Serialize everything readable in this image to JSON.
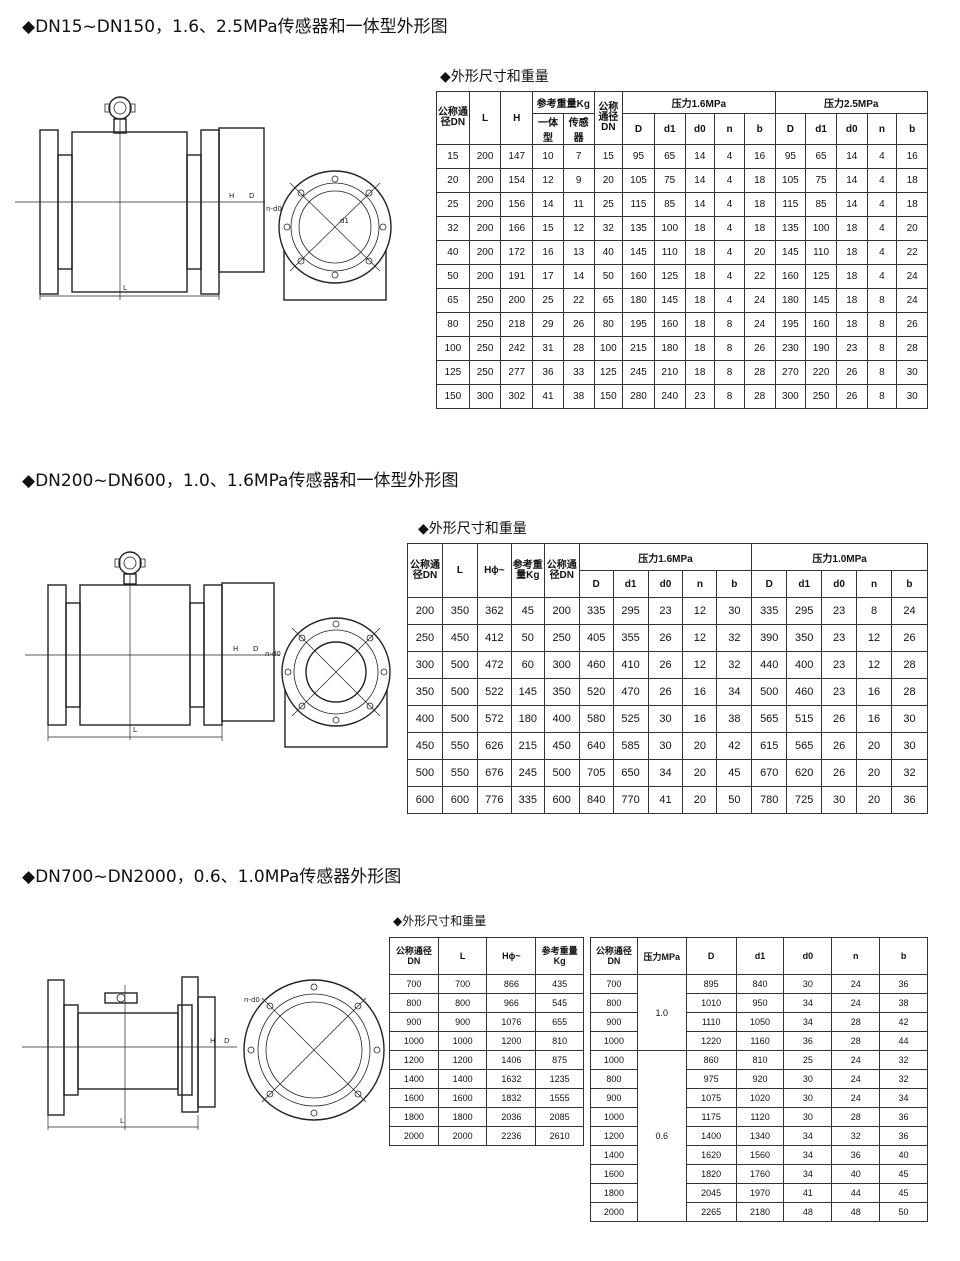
{
  "sections": [
    {
      "title": "◆DN15~DN150，1.6、2.5MPa传感器和一体型外形图",
      "table_title": "◆外形尺寸和重量"
    },
    {
      "title": "◆DN200~DN600，1.0、1.6MPa传感器和一体型外形图",
      "table_title": "◆外形尺寸和重量"
    },
    {
      "title": "◆DN700~DN2000，0.6、1.0MPa传感器外形图",
      "table_title": "◆外形尺寸和重量"
    }
  ],
  "diagram_labels": {
    "L": "L",
    "H": "H",
    "D": "D",
    "n_d0": "n-d0",
    "d1": "d1"
  },
  "table1": {
    "h_dn": "公称通径DN",
    "h_L": "L",
    "h_H": "H",
    "h_weight": "参考重量Kg",
    "h_w_int": "一体型",
    "h_w_sen": "传感器",
    "h_dn2": "公称通径DN",
    "h_p1": "压力1.6MPa",
    "h_p2": "压力2.5MPa",
    "sub": [
      "D",
      "d1",
      "d0",
      "n",
      "b",
      "D",
      "d1",
      "d0",
      "n",
      "b"
    ],
    "rows": [
      [
        "15",
        "200",
        "147",
        "10",
        "7",
        "15",
        "95",
        "65",
        "14",
        "4",
        "16",
        "95",
        "65",
        "14",
        "4",
        "16"
      ],
      [
        "20",
        "200",
        "154",
        "12",
        "9",
        "20",
        "105",
        "75",
        "14",
        "4",
        "18",
        "105",
        "75",
        "14",
        "4",
        "18"
      ],
      [
        "25",
        "200",
        "156",
        "14",
        "11",
        "25",
        "115",
        "85",
        "14",
        "4",
        "18",
        "115",
        "85",
        "14",
        "4",
        "18"
      ],
      [
        "32",
        "200",
        "166",
        "15",
        "12",
        "32",
        "135",
        "100",
        "18",
        "4",
        "18",
        "135",
        "100",
        "18",
        "4",
        "20"
      ],
      [
        "40",
        "200",
        "172",
        "16",
        "13",
        "40",
        "145",
        "110",
        "18",
        "4",
        "20",
        "145",
        "110",
        "18",
        "4",
        "22"
      ],
      [
        "50",
        "200",
        "191",
        "17",
        "14",
        "50",
        "160",
        "125",
        "18",
        "4",
        "22",
        "160",
        "125",
        "18",
        "4",
        "24"
      ],
      [
        "65",
        "250",
        "200",
        "25",
        "22",
        "65",
        "180",
        "145",
        "18",
        "4",
        "24",
        "180",
        "145",
        "18",
        "8",
        "24"
      ],
      [
        "80",
        "250",
        "218",
        "29",
        "26",
        "80",
        "195",
        "160",
        "18",
        "8",
        "24",
        "195",
        "160",
        "18",
        "8",
        "26"
      ],
      [
        "100",
        "250",
        "242",
        "31",
        "28",
        "100",
        "215",
        "180",
        "18",
        "8",
        "26",
        "230",
        "190",
        "23",
        "8",
        "28"
      ],
      [
        "125",
        "250",
        "277",
        "36",
        "33",
        "125",
        "245",
        "210",
        "18",
        "8",
        "28",
        "270",
        "220",
        "26",
        "8",
        "30"
      ],
      [
        "150",
        "300",
        "302",
        "41",
        "38",
        "150",
        "280",
        "240",
        "23",
        "8",
        "28",
        "300",
        "250",
        "26",
        "8",
        "30"
      ]
    ]
  },
  "table2": {
    "h_dn": "公称通径DN",
    "h_L": "L",
    "h_H": "Hϕ~",
    "h_weight": "参考重量Kg",
    "h_dn2": "公称通径DN",
    "h_p1": "压力1.6MPa",
    "h_p2": "压力1.0MPa",
    "sub": [
      "D",
      "d1",
      "d0",
      "n",
      "b",
      "D",
      "d1",
      "d0",
      "n",
      "b"
    ],
    "rows": [
      [
        "200",
        "350",
        "362",
        "45",
        "200",
        "335",
        "295",
        "23",
        "12",
        "30",
        "335",
        "295",
        "23",
        "8",
        "24"
      ],
      [
        "250",
        "450",
        "412",
        "50",
        "250",
        "405",
        "355",
        "26",
        "12",
        "32",
        "390",
        "350",
        "23",
        "12",
        "26"
      ],
      [
        "300",
        "500",
        "472",
        "60",
        "300",
        "460",
        "410",
        "26",
        "12",
        "32",
        "440",
        "400",
        "23",
        "12",
        "28"
      ],
      [
        "350",
        "500",
        "522",
        "145",
        "350",
        "520",
        "470",
        "26",
        "16",
        "34",
        "500",
        "460",
        "23",
        "16",
        "28"
      ],
      [
        "400",
        "500",
        "572",
        "180",
        "400",
        "580",
        "525",
        "30",
        "16",
        "38",
        "565",
        "515",
        "26",
        "16",
        "30"
      ],
      [
        "450",
        "550",
        "626",
        "215",
        "450",
        "640",
        "585",
        "30",
        "20",
        "42",
        "615",
        "565",
        "26",
        "20",
        "30"
      ],
      [
        "500",
        "550",
        "676",
        "245",
        "500",
        "705",
        "650",
        "34",
        "20",
        "45",
        "670",
        "620",
        "26",
        "20",
        "32"
      ],
      [
        "600",
        "600",
        "776",
        "335",
        "600",
        "840",
        "770",
        "41",
        "20",
        "50",
        "780",
        "725",
        "30",
        "20",
        "36"
      ]
    ]
  },
  "table3": {
    "h_dn": "公称通径DN",
    "h_L": "L",
    "h_H": "Hϕ~",
    "h_weight": "参考重量Kg",
    "rows": [
      [
        "700",
        "700",
        "866",
        "435"
      ],
      [
        "800",
        "800",
        "966",
        "545"
      ],
      [
        "900",
        "900",
        "1076",
        "655"
      ],
      [
        "1000",
        "1000",
        "1200",
        "810"
      ],
      [
        "1200",
        "1200",
        "1406",
        "875"
      ],
      [
        "1400",
        "1400",
        "1632",
        "1235"
      ],
      [
        "1600",
        "1600",
        "1832",
        "1555"
      ],
      [
        "1800",
        "1800",
        "2036",
        "2085"
      ],
      [
        "2000",
        "2000",
        "2236",
        "2610"
      ]
    ]
  },
  "table4": {
    "h_dn": "公称通径DN",
    "h_p": "压力MPa",
    "h_D": "D",
    "h_d1": "d1",
    "h_d0": "d0",
    "h_n": "n",
    "h_b": "b",
    "p_group1": "1.0",
    "p_group2": "0.6",
    "rows": [
      [
        "700",
        "895",
        "840",
        "30",
        "24",
        "36"
      ],
      [
        "800",
        "1010",
        "950",
        "34",
        "24",
        "38"
      ],
      [
        "900",
        "1110",
        "1050",
        "34",
        "28",
        "42"
      ],
      [
        "1000",
        "1220",
        "1160",
        "36",
        "28",
        "44"
      ],
      [
        "1000",
        "860",
        "810",
        "25",
        "24",
        "32"
      ],
      [
        "800",
        "975",
        "920",
        "30",
        "24",
        "32"
      ],
      [
        "900",
        "1075",
        "1020",
        "30",
        "24",
        "34"
      ],
      [
        "1000",
        "1175",
        "1120",
        "30",
        "28",
        "36"
      ],
      [
        "1200",
        "1400",
        "1340",
        "34",
        "32",
        "36"
      ],
      [
        "1400",
        "1620",
        "1560",
        "34",
        "36",
        "40"
      ],
      [
        "1600",
        "1820",
        "1760",
        "34",
        "40",
        "45"
      ],
      [
        "1800",
        "2045",
        "1970",
        "41",
        "44",
        "45"
      ],
      [
        "2000",
        "2265",
        "2180",
        "48",
        "48",
        "50"
      ]
    ]
  }
}
